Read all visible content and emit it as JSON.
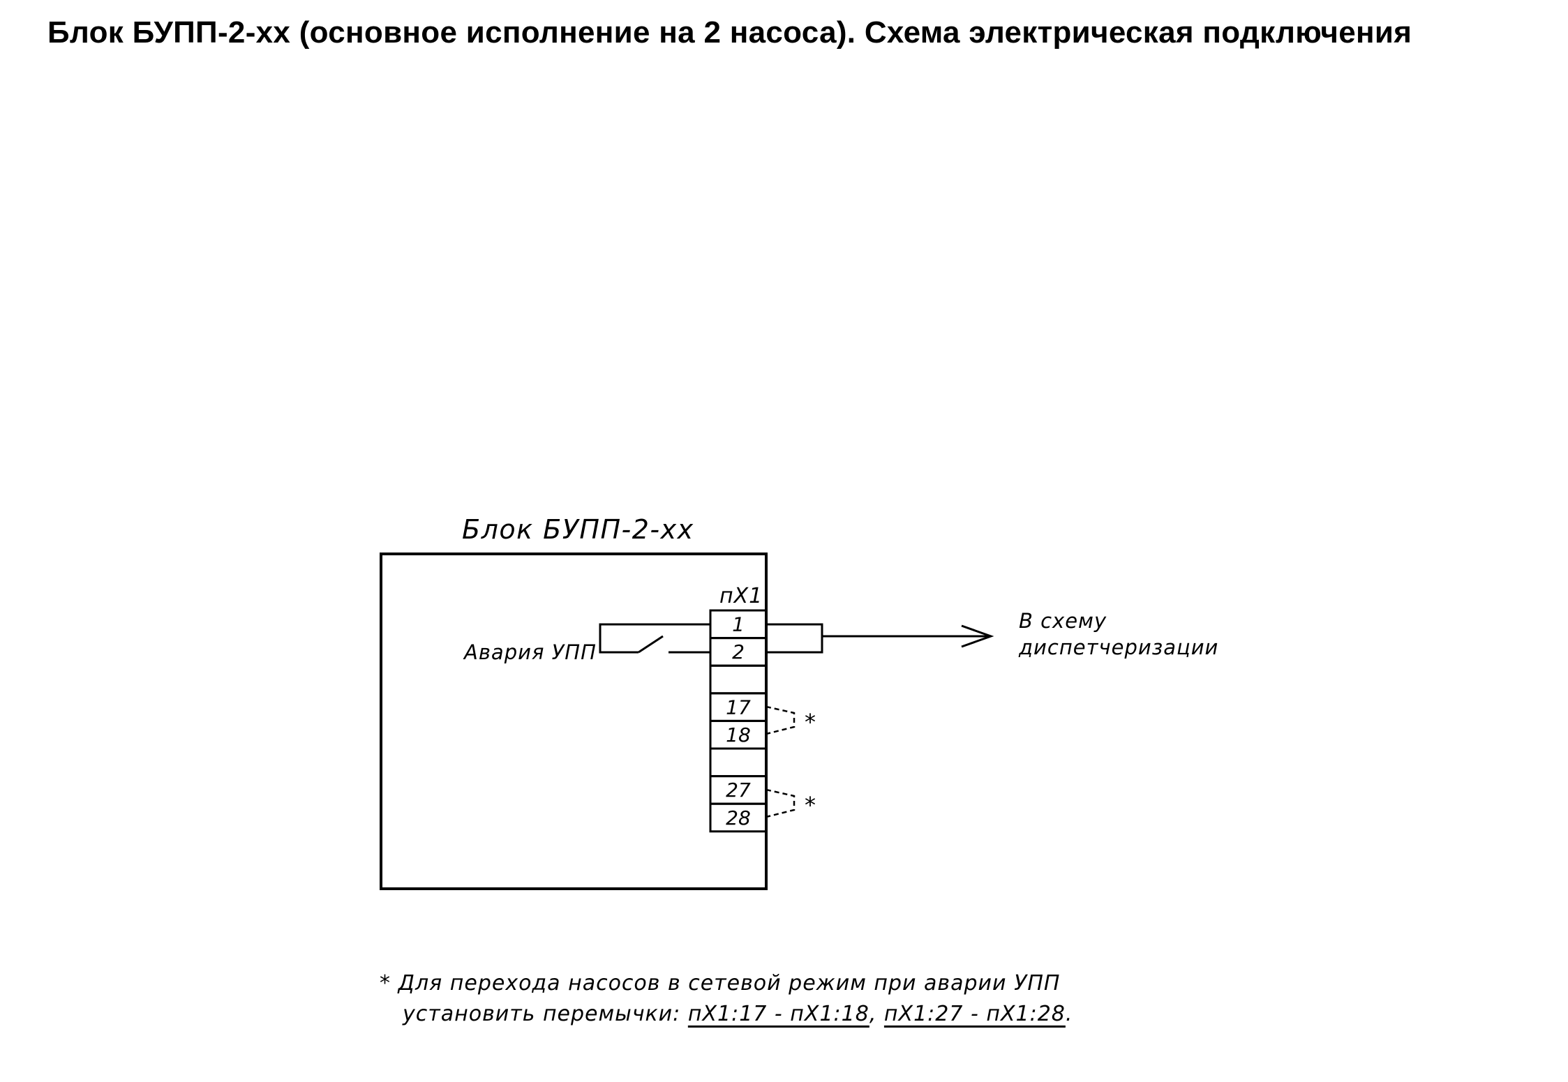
{
  "title": "Блок БУПП-2-хх (основное исполнение на 2 насоса). Схема электрическая подключения",
  "diagram": {
    "block_label": "Блок БУПП-2-хх",
    "connector_label": "пХ1",
    "contact_label": "Авария УПП",
    "output_line1": "В схему",
    "output_line2": "диспетчеризации",
    "terminals": [
      "1",
      "2",
      "",
      "17",
      "18",
      "",
      "27",
      "28"
    ],
    "jumper_mark_1": "*",
    "jumper_mark_2": "*"
  },
  "footnote": {
    "star": "*",
    "line1": "Для перехода насосов в сетевой режим при аварии УПП",
    "line2_prefix": "установить перемычки:",
    "jumper_1": "пХ1:17 - пХ1:18",
    "separator": ",",
    "jumper_2": "пХ1:27 - пХ1:28",
    "end": "."
  }
}
